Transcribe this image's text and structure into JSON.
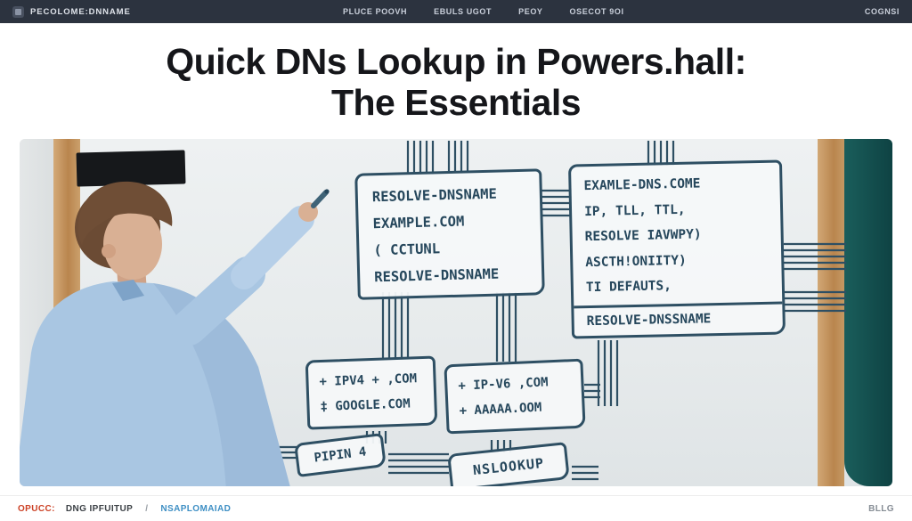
{
  "nav": {
    "logo_text": "PECOLOME:DNNAME",
    "items": [
      {
        "label": "PLUCE POOVH"
      },
      {
        "label": "EBULS UGOT"
      },
      {
        "label": "PEOY"
      },
      {
        "label": "OSECOT 9OI"
      }
    ],
    "account": "COGNSI"
  },
  "article": {
    "title_line1": "Quick DNs Lookup in Powers.hall:",
    "title_line2": "The Essentials"
  },
  "whiteboard": {
    "box_resolve": {
      "line1": "RESOLVE-DNSNAME",
      "line2": "EXAMPLE.COM",
      "line3": "( CCTUNL",
      "line4": "RESOLVE-DNSNAME"
    },
    "box_example": {
      "line1": "EXAMLE-DNS.COME",
      "line2": "IP, TLL, TTL,",
      "line3": "RESOLVE IAVWPY)",
      "line4": "ASCTH!ONIITY)",
      "line5": "TI DEFAUTS,",
      "footer": "RESOLVE-DNSSNAME"
    },
    "box_ipv4": {
      "line1": "+ IPV4 + ,COM",
      "line2": "‡ GOOGLE.COM"
    },
    "box_ipv6": {
      "line1": "+ IP-V6 ,COM",
      "line2": "+ AAAAA.OOM"
    },
    "box_pipin": "PIPIN 4",
    "box_nslookup": "NSLOOKUP"
  },
  "footer": {
    "category": "OPUCC:",
    "crumb": "DNG IPFUITUP",
    "separator": "/",
    "link": "NSAPLOMAIAD",
    "right": "BLLG"
  },
  "colors": {
    "nav_bg": "#2c333f",
    "marker_ink": "#2e4f63",
    "accent_red": "#cc4125",
    "accent_blue": "#3e8fc4",
    "teal_panel": "#14504f"
  }
}
